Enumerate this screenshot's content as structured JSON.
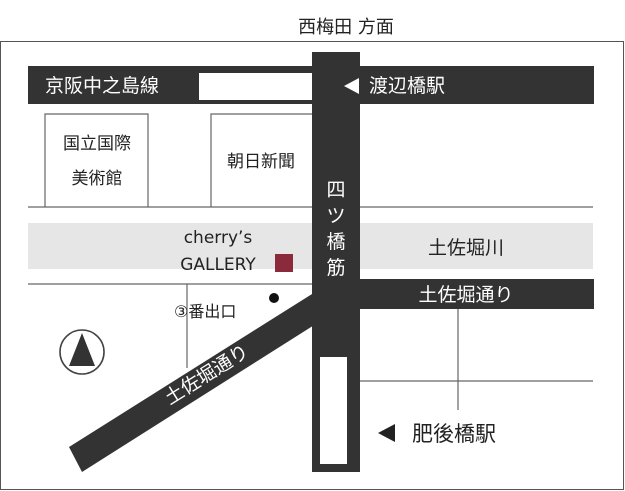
{
  "header": {
    "direction_label": "西梅田 方面"
  },
  "roads": {
    "keihan_line": "京阪中之島線",
    "yotsubashi": [
      "四",
      "ツ",
      "橋",
      "筋"
    ],
    "tosabori_river": "土佐堀川",
    "tosabori_dori_east": "土佐堀通り",
    "tosabori_dori_diagonal": "土佐堀通り"
  },
  "stations": {
    "watanabebashi": "渡辺橋駅",
    "higobashi": "肥後橋駅"
  },
  "buildings": {
    "museum_line1": "国立国際",
    "museum_line2": "美術館",
    "asahi": "朝日新聞"
  },
  "gallery": {
    "name_line1": "cherry’s",
    "name_line2": "GALLERY",
    "marker_color": "#8b2a3a"
  },
  "exit": {
    "label": "③番出口"
  },
  "colors": {
    "road": "#333333",
    "river": "#e6e6e6",
    "thin_line": "#666666",
    "border": "#555555"
  },
  "compass": {
    "icon": "north-arrow-icon"
  }
}
